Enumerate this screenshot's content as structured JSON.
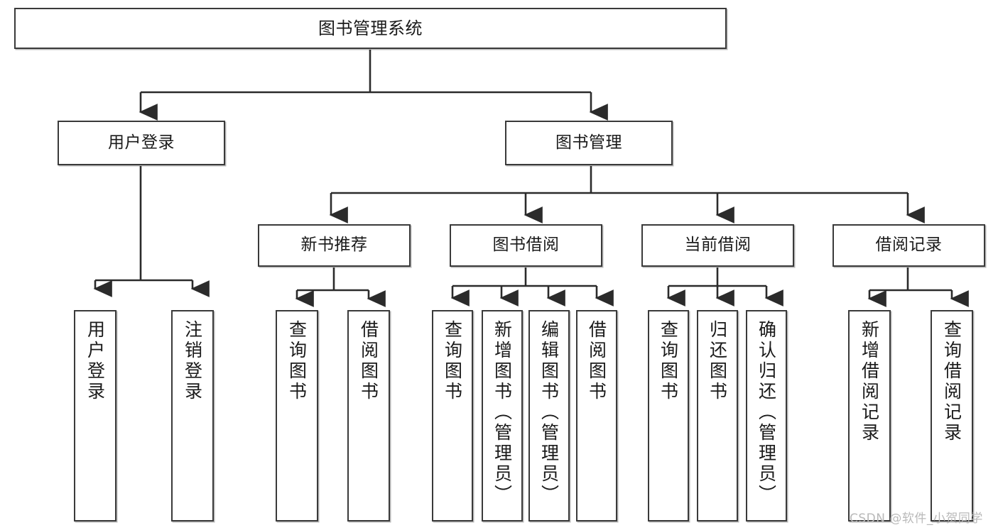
{
  "diagram": {
    "title": "图书管理系统",
    "type": "tree-hierarchy",
    "orientation": "top-down",
    "colors": {
      "box_border": "#3a3a3a",
      "box_fill": "#ffffff",
      "connector": "#2b2b2b",
      "text": "#1a1a1a",
      "watermark": "#b9b9b9",
      "background": "#ffffff"
    },
    "root": {
      "label": "图书管理系统",
      "name": "node-root-library-system"
    },
    "level2": [
      {
        "label": "用户登录",
        "name": "node-user-login"
      },
      {
        "label": "图书管理",
        "name": "node-book-management"
      }
    ],
    "level3": [
      {
        "label": "新书推荐",
        "name": "node-new-book-recommend"
      },
      {
        "label": "图书借阅",
        "name": "node-book-borrow"
      },
      {
        "label": "当前借阅",
        "name": "node-current-borrow"
      },
      {
        "label": "借阅记录",
        "name": "node-borrow-record"
      }
    ],
    "leaves": {
      "user_login": [
        {
          "label": "用户登录",
          "name": "leaf-user-login"
        },
        {
          "label": "注销登录",
          "name": "leaf-logout"
        }
      ],
      "new_book_recommend": [
        {
          "label": "查询图书",
          "name": "leaf-query-book-recommend"
        },
        {
          "label": "借阅图书",
          "name": "leaf-borrow-book-recommend"
        }
      ],
      "book_borrow": [
        {
          "label": "查询图书",
          "name": "leaf-query-book-borrow"
        },
        {
          "label": "新增图书（管理员）",
          "name": "leaf-add-book-admin"
        },
        {
          "label": "编辑图书（管理员）",
          "name": "leaf-edit-book-admin"
        },
        {
          "label": "借阅图书",
          "name": "leaf-borrow-book"
        }
      ],
      "current_borrow": [
        {
          "label": "查询图书",
          "name": "leaf-query-book-current"
        },
        {
          "label": "归还图书",
          "name": "leaf-return-book"
        },
        {
          "label": "确认归还（管理员）",
          "name": "leaf-confirm-return-admin"
        }
      ],
      "borrow_record": [
        {
          "label": "新增借阅记录",
          "name": "leaf-add-borrow-record"
        },
        {
          "label": "查询借阅记录",
          "name": "leaf-query-borrow-record"
        }
      ]
    },
    "watermark": "CSDN @软件_小贺同学"
  }
}
